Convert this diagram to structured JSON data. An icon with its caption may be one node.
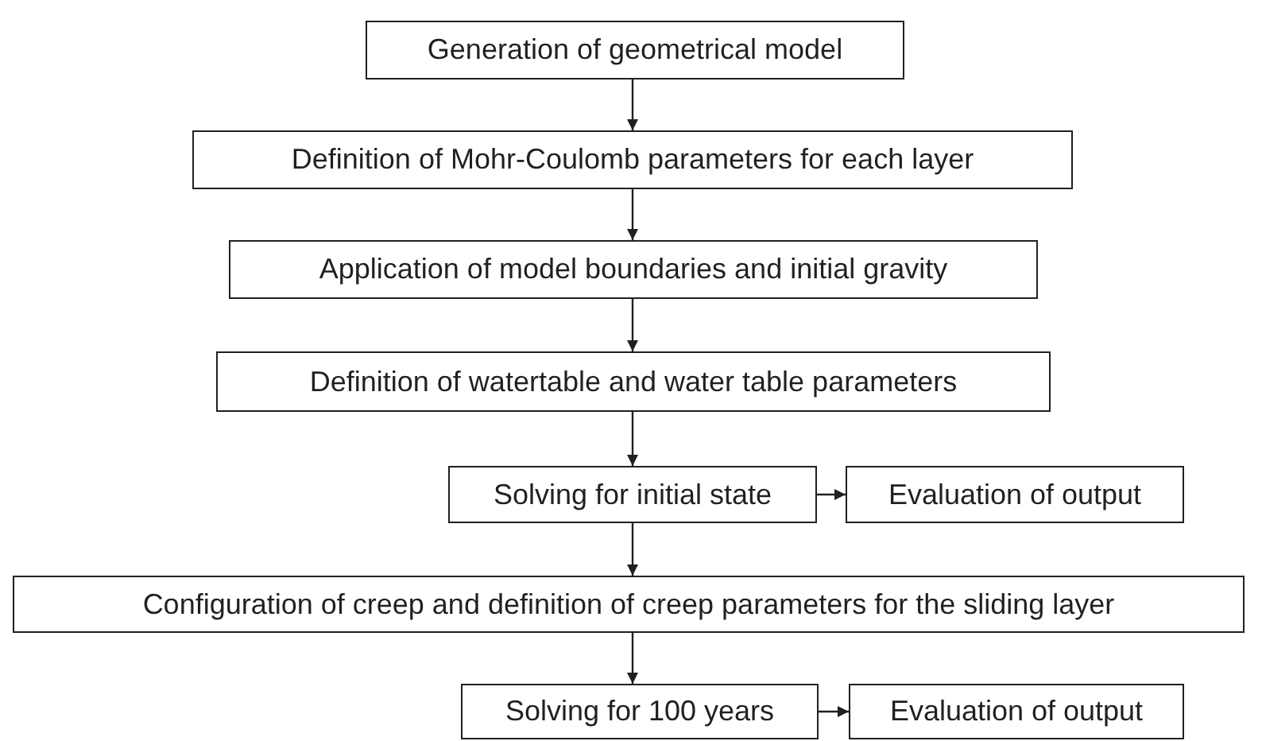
{
  "diagram": {
    "nodes": [
      {
        "text": [
          "Generation of geometrical model"
        ]
      },
      {
        "text": [
          "Definition of Mohr-Coulomb parameters for each layer"
        ]
      },
      {
        "text": [
          "Application of model boundaries and initial gravity"
        ]
      },
      {
        "text": [
          "Definition of watertable and water table parameters"
        ]
      },
      {
        "text": [
          "Solving for initial state"
        ]
      },
      {
        "text": [
          "Evaluation of output"
        ]
      },
      {
        "text": [
          "Configuration of creep and definition of creep parameters for the sliding layer"
        ]
      },
      {
        "text": [
          "Solving for 100 years"
        ]
      },
      {
        "text": [
          "Evaluation of output"
        ]
      }
    ],
    "edges": [
      {
        "from": 0,
        "to": 1,
        "arrow": "to"
      },
      {
        "from": 1,
        "to": 2,
        "arrow": "to"
      },
      {
        "from": 2,
        "to": 3,
        "arrow": "to"
      },
      {
        "from": 3,
        "to": 4,
        "arrow": "to"
      },
      {
        "from": 4,
        "to": 5,
        "arrow": "to"
      },
      {
        "from": 4,
        "to": 6,
        "arrow": "to"
      },
      {
        "from": 6,
        "to": 7,
        "arrow": "to"
      },
      {
        "from": 7,
        "to": 8,
        "arrow": "to"
      }
    ]
  }
}
